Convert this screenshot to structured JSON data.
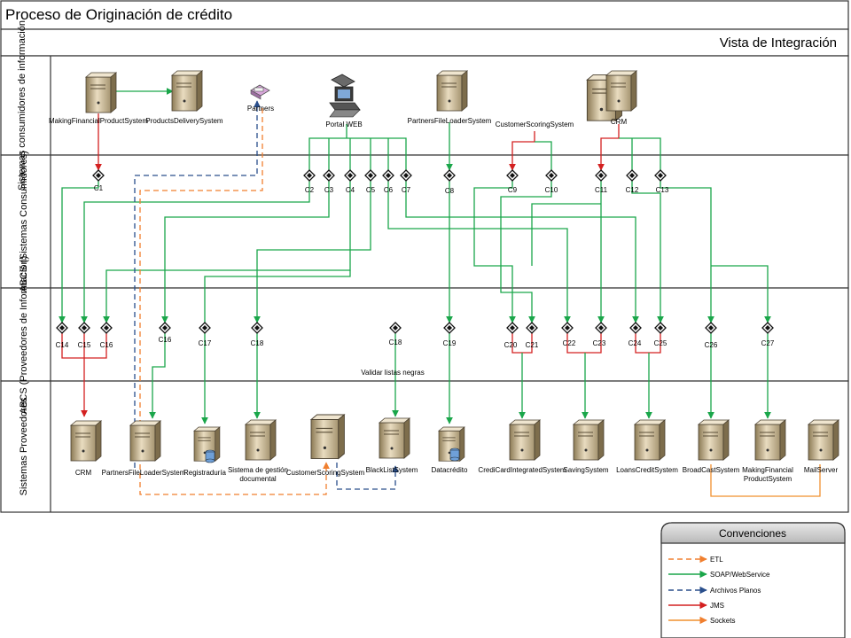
{
  "title": "Proceso de Originación de crédito",
  "subtitle": "Vista de Integración",
  "lanes": [
    "Sistemas consumidores de información",
    "ABCS (Sistemas Consumidores)",
    "ABCS (Proveedores de Información)",
    "Sistemas Proveedores"
  ],
  "consumers": {
    "making": "MakingFinancialProductSystem",
    "delivery": "ProductsDeliverySystem",
    "partners": "Partners",
    "portal": "Portal WEB",
    "pfl": "PartnersFileLoaderSystem",
    "scoring": "CustomerScoringSystem",
    "crm": "CRM"
  },
  "providers": {
    "crm": "CRM",
    "pfl": "PartnersFileLoaderSystem",
    "registraduria": "Registraduría",
    "gestion1": "Sistema de gestión",
    "gestion2": "documental",
    "scoring": "CustomerScoringSystem",
    "blacklist": "BlackListSystem",
    "datacredito": "Datacrédito",
    "credit": "CrediCardIntegratedSystem",
    "saving": "SavingSystem",
    "loans": "LoansCreditSystem",
    "broadcast": "BroadCastSystem",
    "making1": "MakingFinancial",
    "making2": "ProductSystem",
    "mail": "MailServer"
  },
  "note": "Validar listas negras",
  "connectors": {
    "c1": "C1",
    "c2": "C2",
    "c3": "C3",
    "c4": "C4",
    "c5": "C5",
    "c6": "C6",
    "c7": "C7",
    "c8": "C8",
    "c9": "C9",
    "c10": "C10",
    "c11": "C11",
    "c12": "C12",
    "c13": "C13",
    "c14": "C14",
    "c15": "C15",
    "c16a": "C16",
    "c16b": "C16",
    "c17": "C17",
    "c18a": "C18",
    "c18b": "C18",
    "c19": "C19",
    "c20": "C20",
    "c21": "C21",
    "c22": "C22",
    "c23": "C23",
    "c24": "C24",
    "c25": "C25",
    "c26": "C26",
    "c27": "C27"
  },
  "legend": {
    "title": "Convenciones",
    "items": [
      "ETL",
      "SOAP/WebService",
      "Archivos Planos",
      "JMS",
      "Sockets"
    ]
  },
  "colors": {
    "etl": "#f07f2f",
    "soap": "#1aa64a",
    "flat": "#2a4f8c",
    "jms": "#d42020",
    "sockets": "#f0902f"
  }
}
